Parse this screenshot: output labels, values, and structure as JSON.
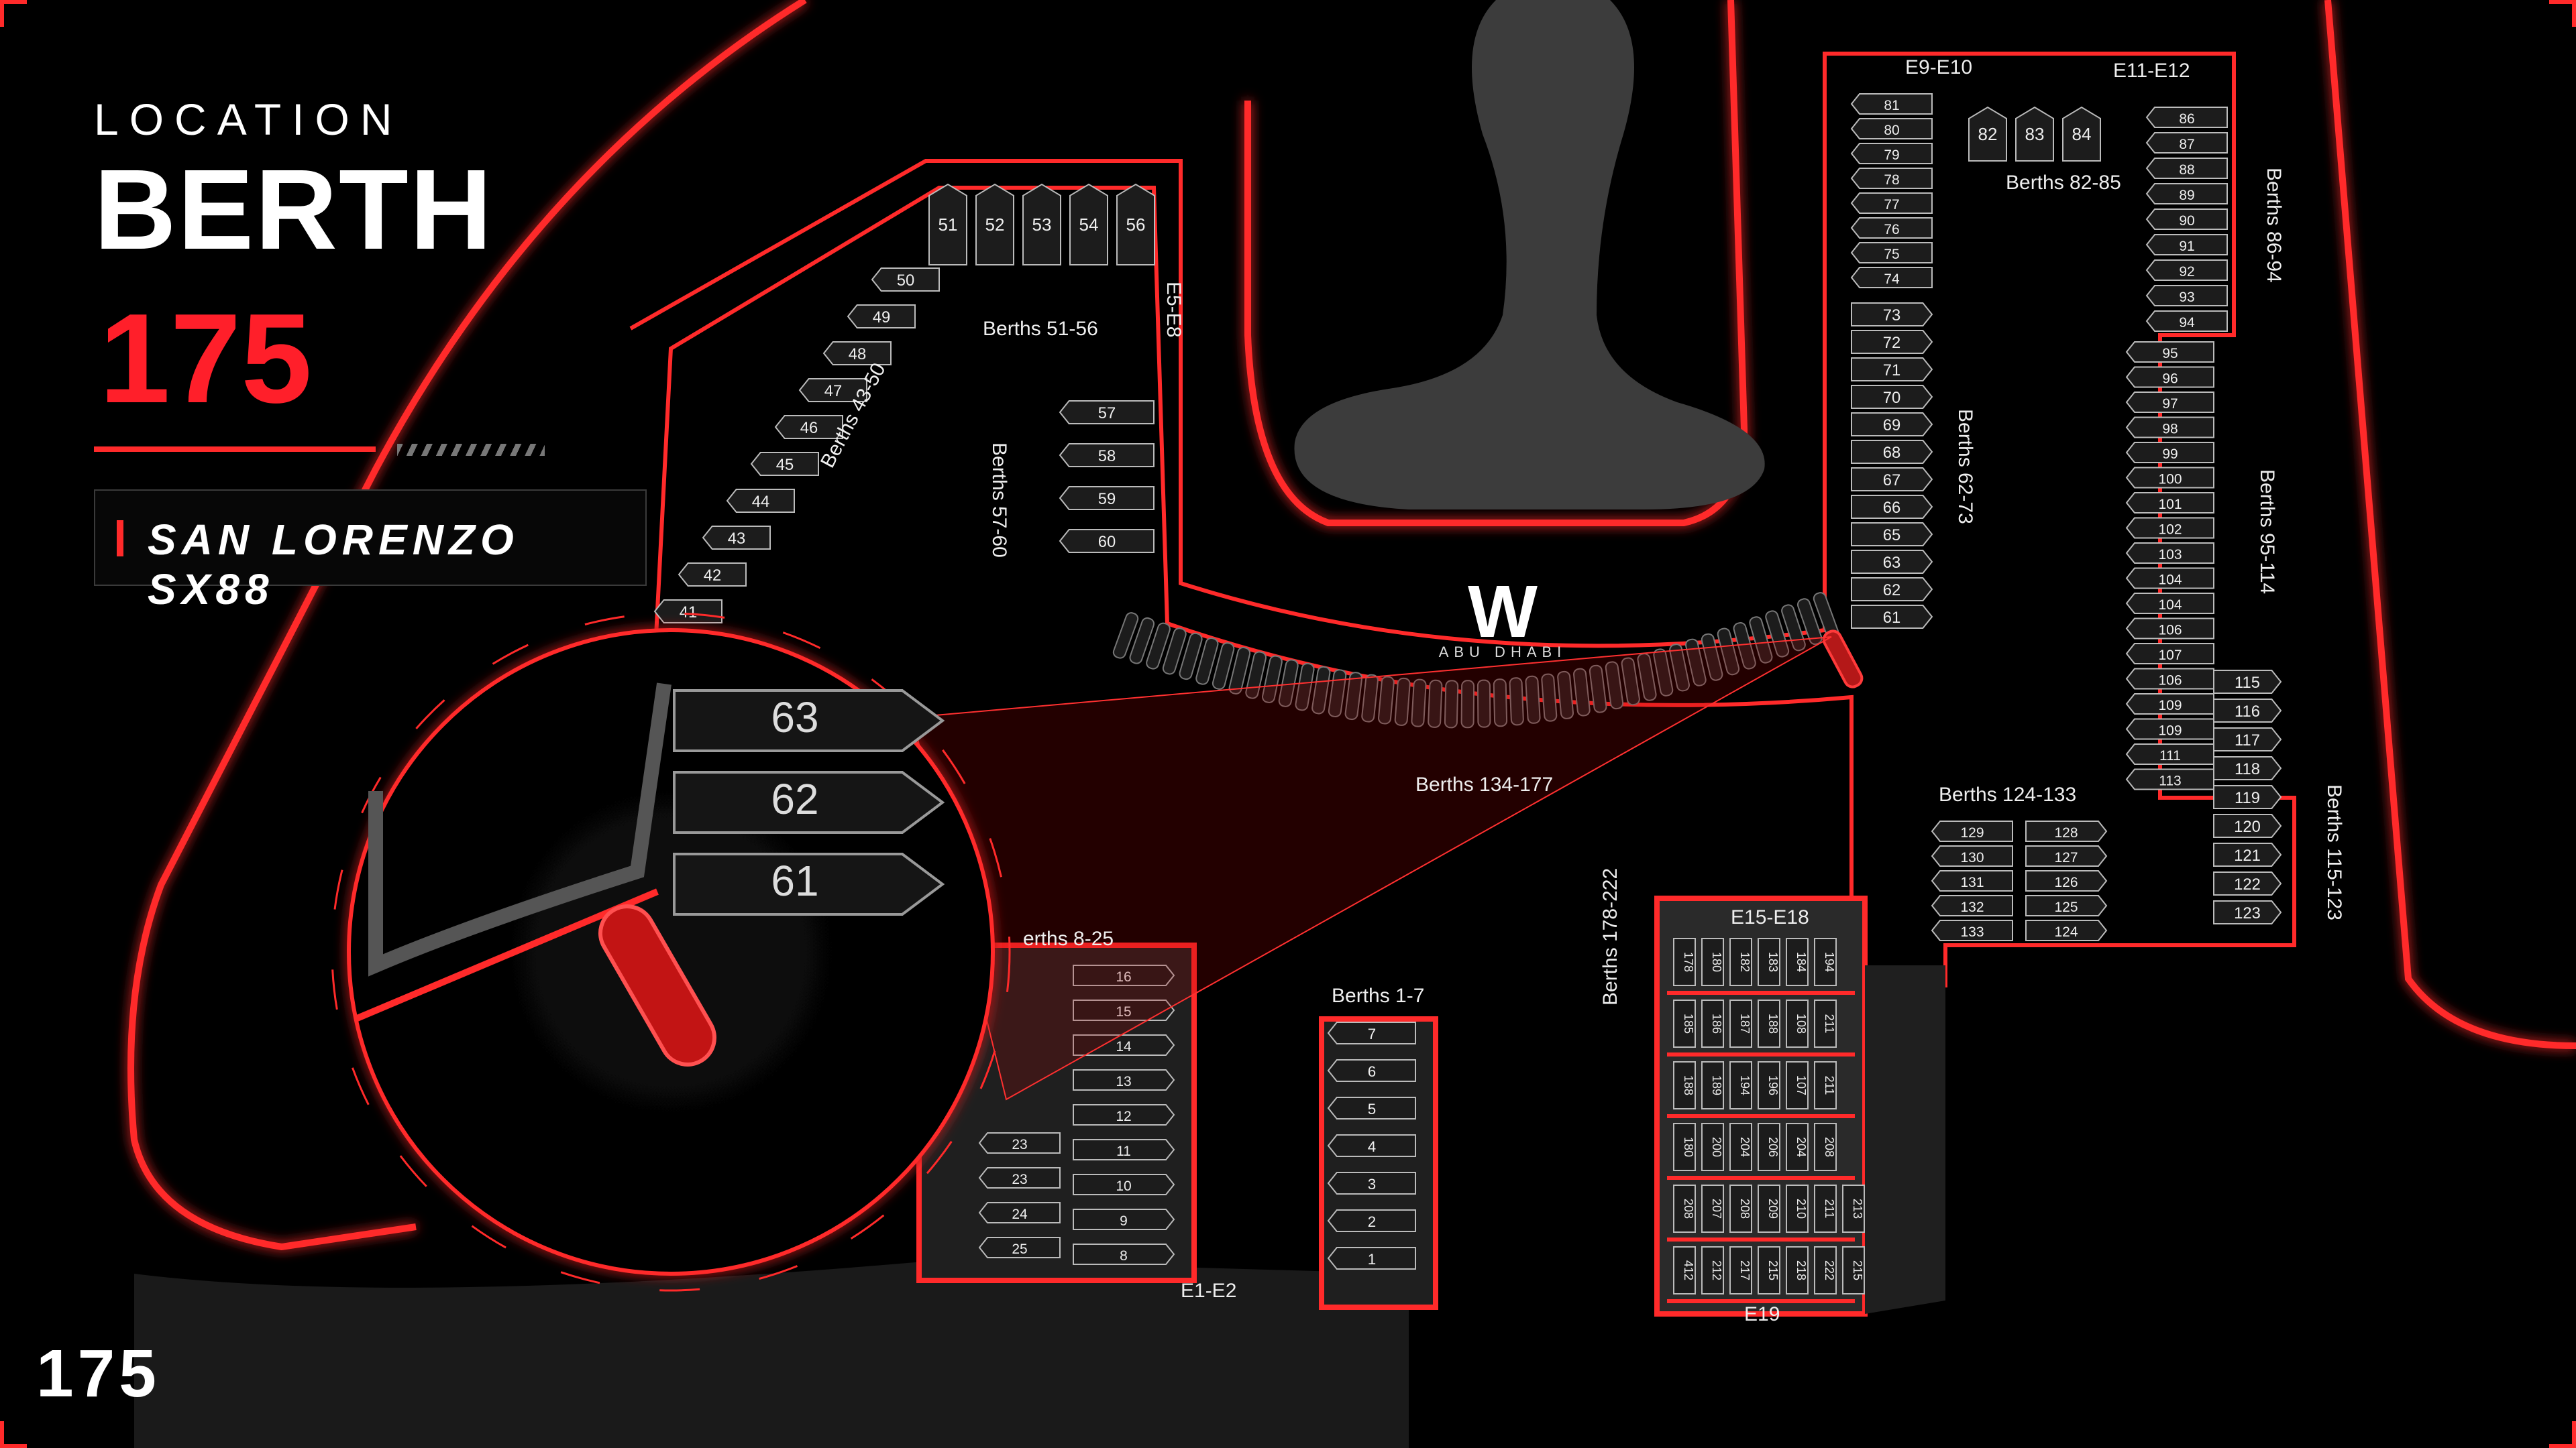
{
  "hud": {
    "location_label": "LOCATION",
    "title": "BERTH",
    "berth_number": "175",
    "yacht_name": "SAN LORENZO SX88",
    "footer_number": "175"
  },
  "colors": {
    "accent": "#ff2a2a",
    "background": "#000000",
    "pier": "#2b2b2b"
  },
  "map": {
    "brand": {
      "logo": "W",
      "subtitle": "ABU DHABI"
    },
    "zones": [
      "Berths 51-56",
      "Berths 43-50",
      "Berths 57-60",
      "E5-E8",
      "E9-E10",
      "E11-E12",
      "Berths 82-85",
      "Berths 86-94",
      "Berths 62-73",
      "Berths 95-114",
      "Berths 134-177",
      "Berths 124-133",
      "Berths 115-123",
      "E15-E18",
      "Berths 178-222",
      "E19",
      "erths 8-25",
      "Berths 1-7",
      "E1-E2"
    ],
    "berths_51_56": [
      "51",
      "52",
      "53",
      "54",
      "56"
    ],
    "berths_43_50": [
      "50",
      "49",
      "48",
      "47",
      "46",
      "45",
      "44",
      "43",
      "42",
      "41"
    ],
    "berths_57_60": [
      "57",
      "58",
      "59",
      "60"
    ],
    "berths_74_81": [
      "81",
      "80",
      "79",
      "78",
      "77",
      "76",
      "75",
      "74"
    ],
    "berths_82_84": [
      "82",
      "83",
      "84"
    ],
    "berths_86_94": [
      "86",
      "87",
      "88",
      "89",
      "90",
      "91",
      "92",
      "93",
      "94"
    ],
    "berths_61_73": [
      "73",
      "72",
      "71",
      "70",
      "69",
      "68",
      "67",
      "66",
      "65",
      "63",
      "62",
      "61"
    ],
    "berths_95_113": [
      "95",
      "96",
      "97",
      "98",
      "99",
      "100",
      "101",
      "102",
      "103",
      "104",
      "104",
      "106",
      "107",
      "106",
      "109",
      "109",
      "111",
      "113"
    ],
    "berths_115_123": [
      "115",
      "116",
      "117",
      "118",
      "119",
      "120",
      "121",
      "122",
      "123"
    ],
    "berths_124_133_left": [
      "129",
      "130",
      "131",
      "132",
      "133"
    ],
    "berths_124_133_right": [
      "128",
      "127",
      "126",
      "125",
      "124"
    ],
    "berths_8_25_center": [
      "16",
      "15",
      "14",
      "13",
      "12",
      "11",
      "10",
      "9",
      "8"
    ],
    "berths_8_25_left": [
      "23",
      "23",
      "24",
      "25"
    ],
    "berths_1_7": [
      "7",
      "6",
      "5",
      "4",
      "3",
      "2",
      "1"
    ],
    "grid_178_222": [
      [
        "178",
        "180",
        "182",
        "183",
        "184",
        "194"
      ],
      [
        "185",
        "186",
        "187",
        "188",
        "108",
        "211"
      ],
      [
        "188",
        "189",
        "194",
        "196",
        "107",
        "211"
      ],
      [
        "180",
        "200",
        "204",
        "206",
        "204",
        "208"
      ],
      [
        "208",
        "207",
        "208",
        "209",
        "210",
        "211",
        "213"
      ],
      [
        "412",
        "212",
        "217",
        "215",
        "218",
        "222",
        "215"
      ]
    ],
    "zoom_berths": [
      "63",
      "62",
      "61"
    ]
  }
}
